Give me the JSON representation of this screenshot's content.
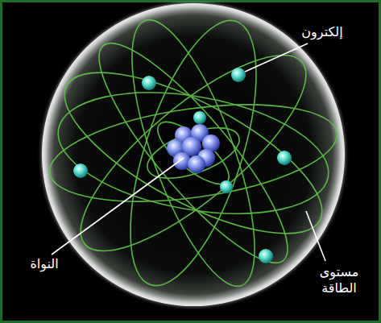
{
  "diagram": {
    "labels": [
      "إلكترون",
      "النواة",
      "مستوى الطاقة"
    ]
  }
}
